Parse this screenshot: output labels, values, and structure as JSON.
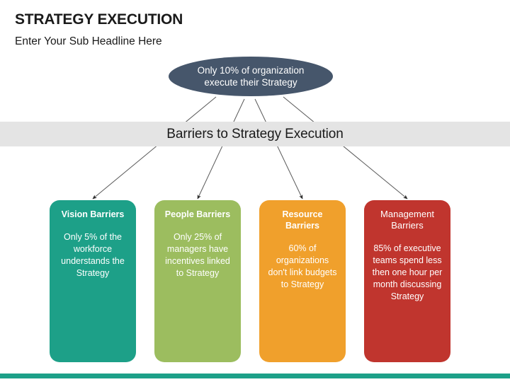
{
  "slide": {
    "title": "STRATEGY EXECUTION",
    "subtitle": "Enter Your Sub Headline Here",
    "background": "#ffffff"
  },
  "top_callout": {
    "text": "Only 10% of organization execute their Strategy",
    "fill": "#46566b",
    "text_color": "#ffffff"
  },
  "banner": {
    "text": "Barriers to Strategy Execution",
    "fill": "#e4e4e4",
    "text_color": "#1a1a1a"
  },
  "connectors": {
    "stroke": "#595959",
    "count": 4
  },
  "cards": [
    {
      "title": "Vision Barriers",
      "body": "Only 5% of the workforce understands the Strategy",
      "fill": "#1da088",
      "title_bold": true
    },
    {
      "title": "People Barriers",
      "body": "Only 25% of managers have incentives linked to Strategy",
      "fill": "#9cbd5f",
      "title_bold": true
    },
    {
      "title": "Resource Barriers",
      "body": "60% of organizations don't link budgets to Strategy",
      "fill": "#f0a02c",
      "title_bold": true
    },
    {
      "title": "Management Barriers",
      "body": "85% of executive teams spend less then one hour per month discussing Strategy",
      "fill": "#c0352e",
      "title_bold": false
    }
  ],
  "bottom_bar": {
    "fill": "#1da088"
  }
}
